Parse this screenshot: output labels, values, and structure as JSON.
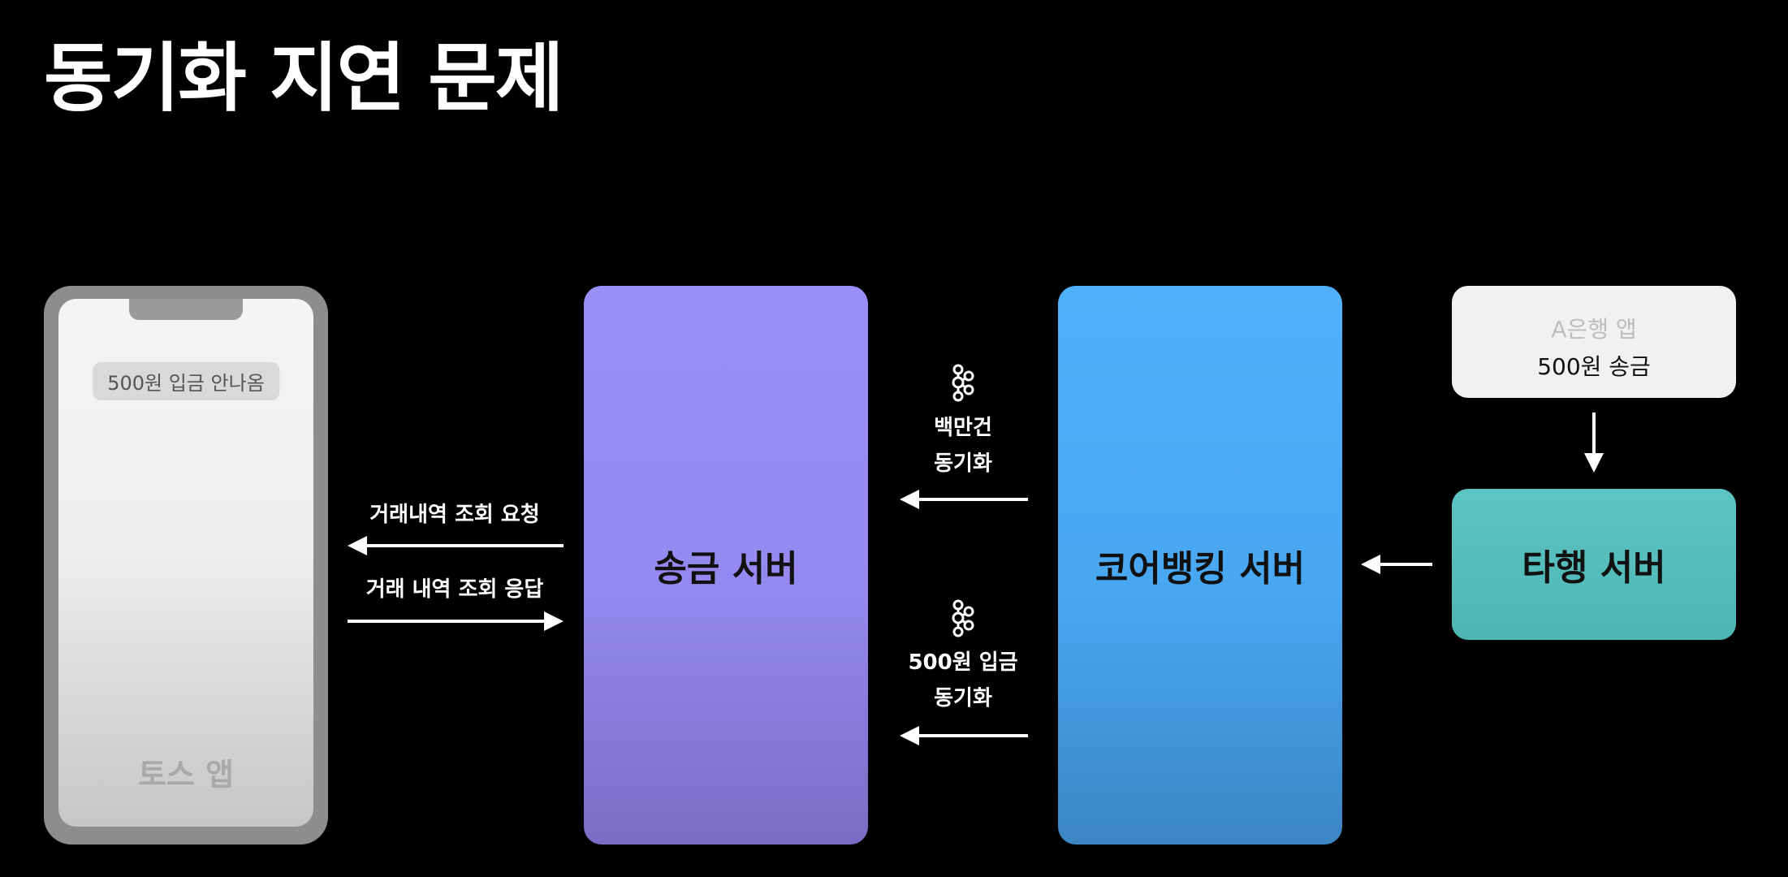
{
  "title": "동기화 지연 문제",
  "phone": {
    "notice": "500원 입금 안나옴",
    "label": "토스 앱"
  },
  "transfer_server": {
    "label": "송금 서버"
  },
  "core_server": {
    "label": "코어뱅킹 서버"
  },
  "other_app": {
    "name": "A은행 앱",
    "action": "500원 송금"
  },
  "other_server": {
    "label": "타행 서버"
  },
  "arrows": {
    "request": "거래내역 조회 요청",
    "response": "거래 내역 조회 응답",
    "sync_million_l1": "백만건",
    "sync_million_l2": "동기화",
    "sync_500_l1": "500원 입금",
    "sync_500_l2": "동기화"
  },
  "colors": {
    "transfer_server": "#9588ef",
    "core_server": "#49a7f2",
    "other_server": "#4db6b3",
    "app_box": "#f1f1f1"
  },
  "icons": [
    "kafka-icon"
  ]
}
